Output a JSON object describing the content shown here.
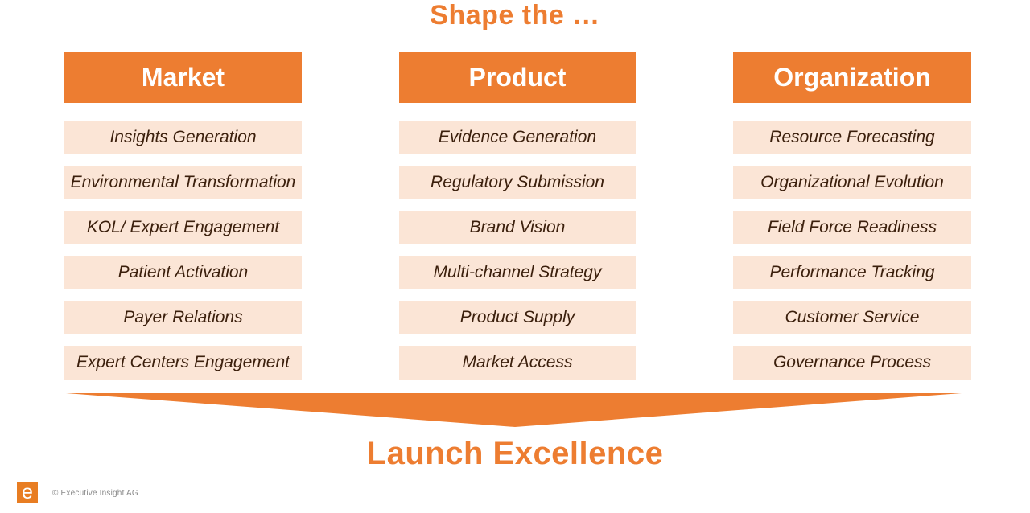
{
  "title": "Shape the …",
  "columns": [
    {
      "header": "Market",
      "items": [
        "Insights Generation",
        "Environmental Transformation",
        "KOL/ Expert Engagement",
        "Patient Activation",
        "Payer Relations",
        "Expert Centers Engagement"
      ]
    },
    {
      "header": "Product",
      "items": [
        "Evidence Generation",
        "Regulatory Submission",
        "Brand Vision",
        "Multi-channel Strategy",
        "Product Supply",
        "Market Access"
      ]
    },
    {
      "header": "Organization",
      "items": [
        "Resource Forecasting",
        "Organizational Evolution",
        "Field Force Readiness",
        "Performance Tracking",
        "Customer Service",
        "Governance Process"
      ]
    }
  ],
  "funnel_label": "Launch Excellence",
  "footer": {
    "logo_letter": "e",
    "copyright": "© Executive Insight AG"
  },
  "colors": {
    "accent": "#ED7D31",
    "item_background": "#FBE5D6",
    "item_text": "#3B1F0C",
    "logo_background": "#E87D22",
    "copyright_text": "#898989"
  }
}
